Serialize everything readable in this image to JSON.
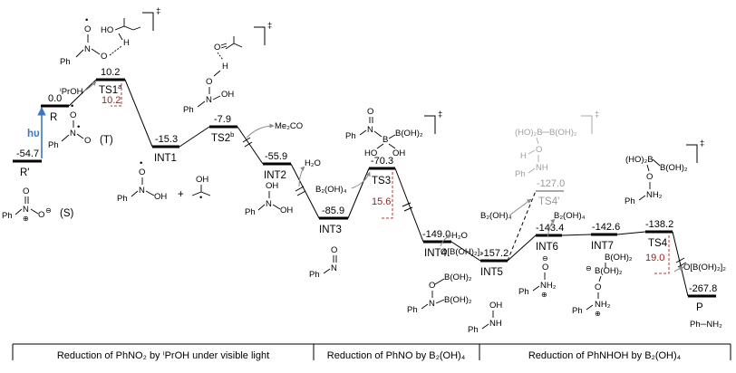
{
  "colors": {
    "level": "#000000",
    "barrier": "#a02020",
    "hv_arrow": "#3a78c0",
    "faint": "#9a9a9a"
  },
  "states": [
    {
      "name": "R'",
      "energy": "-54.7"
    },
    {
      "name": "R",
      "energy": "0.0"
    },
    {
      "name": "TS1",
      "sup": "a",
      "energy": "10.2",
      "barrier": "10.2"
    },
    {
      "name": "INT1",
      "energy": "-15.3"
    },
    {
      "name": "TS2",
      "sup": "b",
      "energy": "-7.9"
    },
    {
      "name": "INT2",
      "energy": "-55.9"
    },
    {
      "name": "INT3",
      "energy": "-85.9"
    },
    {
      "name": "TS3",
      "energy": "-70.3",
      "barrier": "15.6"
    },
    {
      "name": "INT4",
      "energy": "-149.0"
    },
    {
      "name": "INT5",
      "energy": "-157.2"
    },
    {
      "name": "TS4'",
      "energy": "-127.0"
    },
    {
      "name": "INT6",
      "energy": "-143.4"
    },
    {
      "name": "INT7",
      "energy": "-142.6"
    },
    {
      "name": "TS4",
      "energy": "-138.2",
      "barrier": "19.0"
    },
    {
      "name": "P",
      "energy": "-267.8"
    }
  ],
  "labels": {
    "hv": "hυ",
    "triplet": "(T)",
    "singlet": "(S)",
    "plus": "+",
    "dagger": "‡"
  },
  "reagents": {
    "iproh": "ⁱPrOH",
    "me2co": "Me₂CO",
    "h2o_1": "H₂O",
    "b2oh4_1": "B₂(OH)₄",
    "h2o_2": "H₂O",
    "b2oh4_2": "B₂(OH)₄",
    "b2oh4_3": "B₂(OH)₄",
    "obpin_1": "O[B(OH)₂]₂",
    "obpin_2": "O[B(OH)₂]₂"
  },
  "molecules": {
    "ph": "Ph",
    "n": "N",
    "o": "O",
    "oh": "OH",
    "h": "H",
    "nh": "NH",
    "nh2": "NH₂",
    "b": "B",
    "boh2": "B(OH)₂",
    "hob2": "(HO)₂B",
    "ho": "HO",
    "ph_nh2": "Ph─NH₂",
    "plus": "⊕",
    "minus": "⊖"
  },
  "sections": [
    "Reduction of PhNO₂ by ⁱPrOH under visible light",
    "Reduction of PhNO by B₂(OH)₄",
    "Reduction of PhNHOH by B₂(OH)₄"
  ]
}
